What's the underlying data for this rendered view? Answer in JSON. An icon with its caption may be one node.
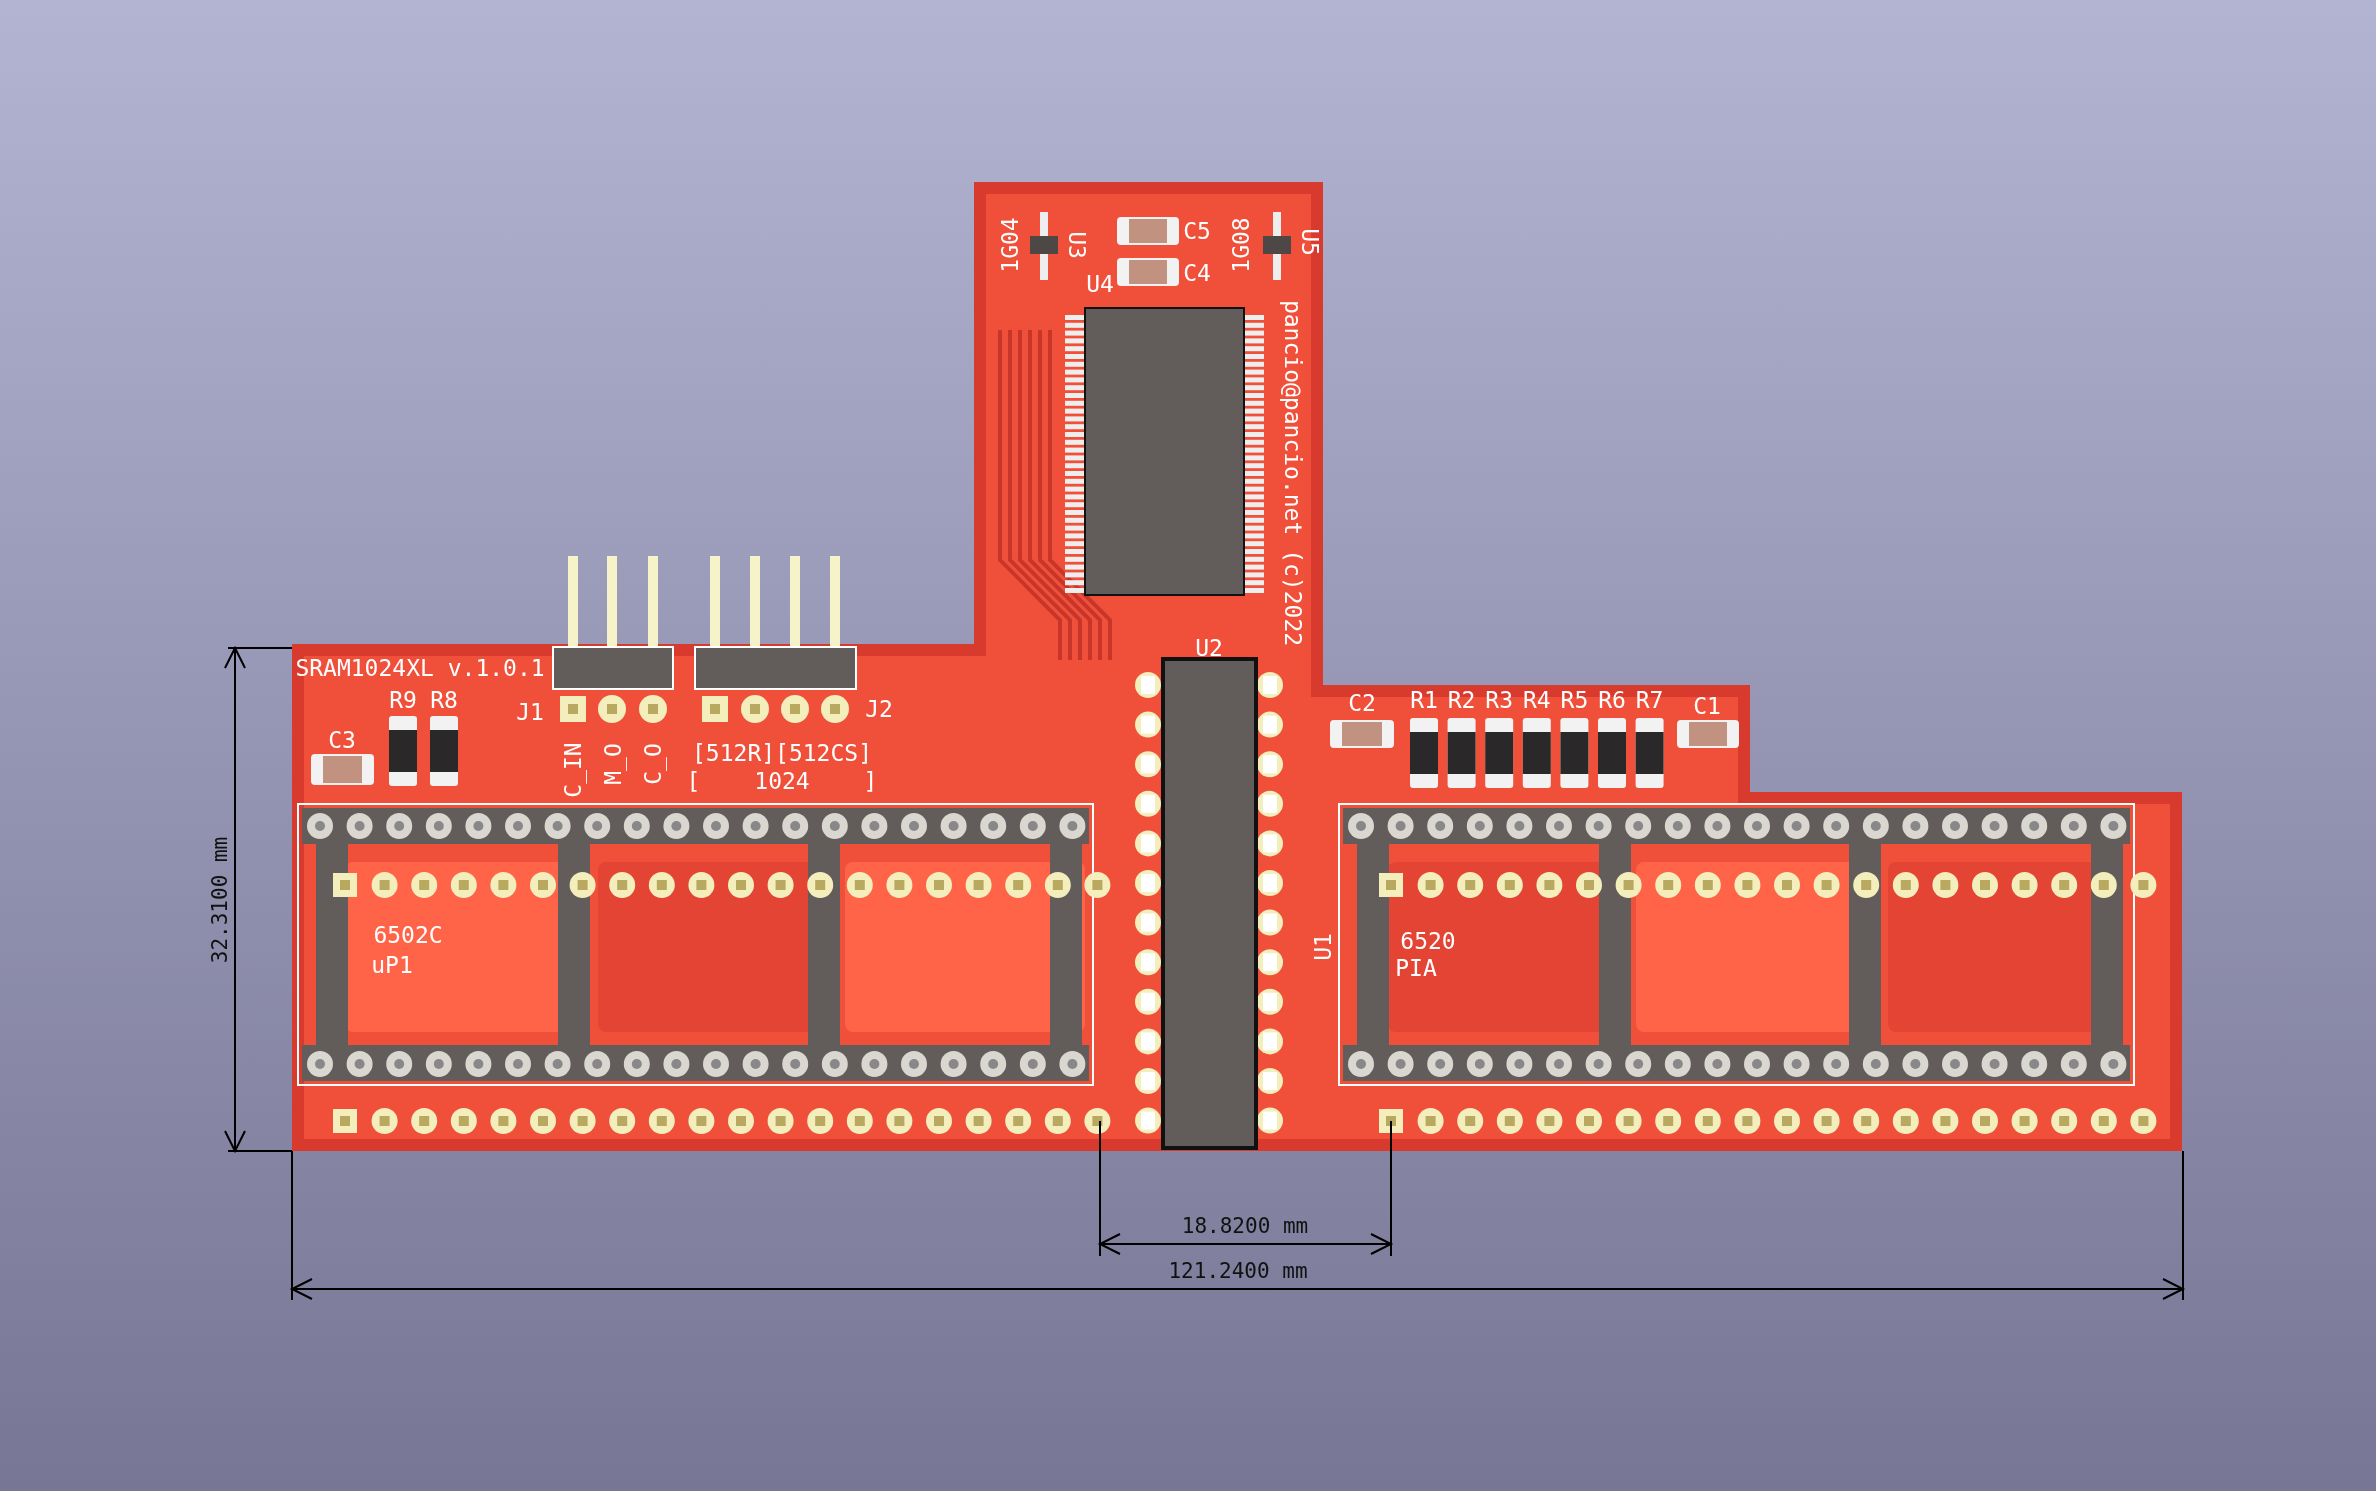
{
  "diagram": {
    "labels": [
      "1G04",
      "U3",
      "C5",
      "C4",
      "U4",
      "1G08",
      "U5",
      "pancio@pancio.net (c)2022",
      "U2",
      "SRAM1024XL v.1.0.1",
      "R9",
      "R8",
      "C3",
      "J1",
      "C_IN",
      "M_O",
      "C_O",
      "J2",
      "[512R][512CS]",
      "[ 1024 ]",
      "C2",
      "R1",
      "R2",
      "R3",
      "R4",
      "R5",
      "R6",
      "R7",
      "C1",
      "6502C",
      "uP1",
      "U1",
      "6520",
      "PIA",
      "32.3100 mm",
      "18.8200 mm",
      "121.2400 mm"
    ]
  }
}
